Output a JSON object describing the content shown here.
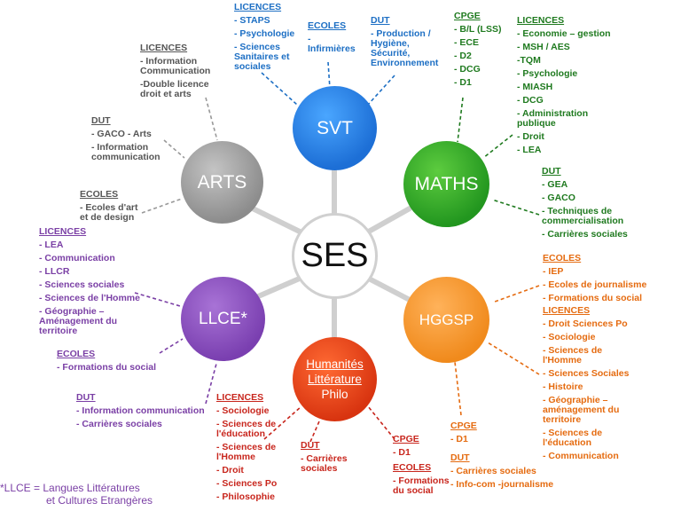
{
  "colors": {
    "svt": "#1d6fc4",
    "arts": "#555555",
    "maths": "#1f7a1f",
    "hggsp": "#e56b10",
    "llce": "#7a3fa5",
    "hum": "#c8261d",
    "spoke": "#cfcfcf"
  },
  "center": {
    "label": "SES"
  },
  "hubs": {
    "svt": {
      "label": "SVT"
    },
    "arts": {
      "label": "ARTS"
    },
    "maths": {
      "label": "MATHS"
    },
    "hggsp": {
      "label": "HGGSP"
    },
    "llce": {
      "label": "LLCE*"
    },
    "hum": {
      "lines": [
        "Humanités",
        "Littérature",
        "Philo"
      ]
    }
  },
  "svt": {
    "licences": {
      "heading": "LICENCES",
      "items": [
        "- STAPS",
        "- Psychologie",
        "- Sciences Sanitaires et sociales"
      ]
    },
    "ecoles": {
      "heading": "ECOLES",
      "items": [
        "- Infirmières"
      ]
    },
    "dut": {
      "heading": "DUT",
      "items": [
        "- Production / Hygiène, Sécurité, Environnement"
      ]
    }
  },
  "arts": {
    "licences": {
      "heading": "LICENCES",
      "items": [
        "- Information Communication",
        "-Double licence droit et arts"
      ]
    },
    "dut": {
      "heading": "DUT",
      "items": [
        "- GACO - Arts",
        "- Information communication"
      ]
    },
    "ecoles": {
      "heading": "ECOLES",
      "items": [
        "- Ecoles d'art et de design"
      ]
    }
  },
  "maths": {
    "cpge": {
      "heading": "CPGE",
      "items": [
        "- B/L (LSS)",
        "- ECE",
        "- D2",
        "- DCG",
        "- D1"
      ]
    },
    "licences": {
      "heading": "LICENCES",
      "items": [
        "- Economie – gestion",
        "- MSH / AES",
        "-TQM",
        "- Psychologie",
        "- MIASH",
        "- DCG",
        "- Administration publique",
        "- Droit",
        "- LEA"
      ]
    },
    "dut": {
      "heading": "DUT",
      "items": [
        "- GEA",
        "- GACO",
        "- Techniques de commercialisation",
        "- Carrières sociales"
      ]
    }
  },
  "hggsp": {
    "ecoles": {
      "heading": "ECOLES",
      "items": [
        "- IEP",
        "- Ecoles de journalisme",
        "- Formations du social"
      ]
    },
    "licences": {
      "heading": "LICENCES",
      "items": [
        "- Droit Sciences Po",
        "- Sociologie",
        "- Sciences de l'Homme",
        "- Sciences Sociales",
        "- Histoire",
        "- Géographie – aménagement du territoire",
        "- Sciences de l'éducation",
        "- Communication"
      ]
    },
    "cpge": {
      "heading": "CPGE",
      "items": [
        "- D1"
      ]
    },
    "dut": {
      "heading": "DUT",
      "items": [
        "- Carrières sociales",
        "- Info-com -journalisme"
      ]
    }
  },
  "llce": {
    "licences": {
      "heading": "LICENCES",
      "items": [
        "- LEA",
        "- Communication",
        "- LLCR",
        "- Sciences sociales",
        "- Sciences de l'Homme",
        "- Géographie – Aménagement du territoire"
      ]
    },
    "ecoles": {
      "heading": "ECOLES",
      "items": [
        "- Formations du social"
      ]
    },
    "dut": {
      "heading": "DUT",
      "items": [
        "- Information communication",
        "- Carrières sociales"
      ]
    }
  },
  "hum": {
    "licences": {
      "heading": "LICENCES",
      "items": [
        "- Sociologie",
        "- Sciences de l'éducation",
        "- Sciences de l'Homme",
        "- Droit",
        "- Sciences Po",
        "- Philosophie"
      ]
    },
    "dut": {
      "heading": "DUT",
      "items": [
        "- Carrières sociales"
      ]
    },
    "cpge": {
      "heading": "CPGE",
      "items": [
        "- D1"
      ]
    },
    "ecoles": {
      "heading": "ECOLES",
      "items": [
        "- Formations du social"
      ]
    }
  },
  "legend": {
    "line1": "*LLCE =  Langues Littératures",
    "line2": "et Cultures Etrangères"
  }
}
